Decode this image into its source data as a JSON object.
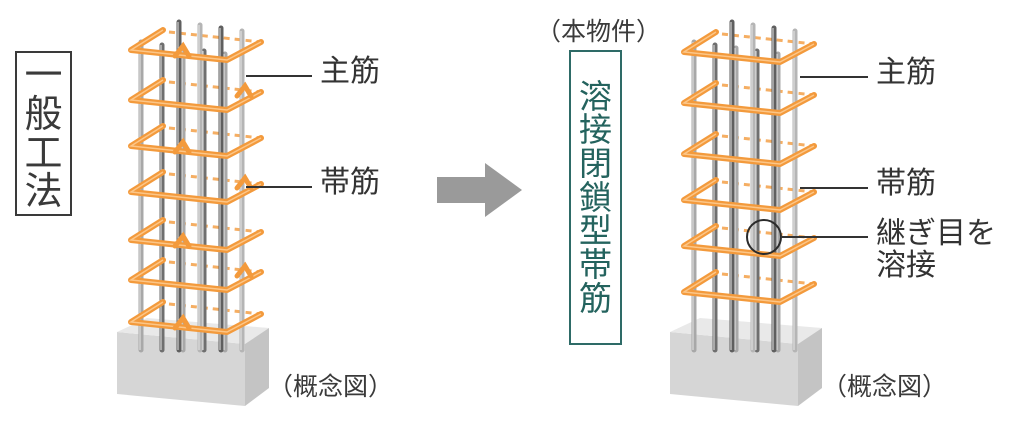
{
  "left_panel": {
    "method_label": [
      "一",
      "般",
      "工",
      "法"
    ],
    "callouts": {
      "main_rebar": "主筋",
      "hoop": "帯筋"
    },
    "caption": "（概念図）"
  },
  "arrow": {
    "direction": "right",
    "color": "#999999"
  },
  "right_panel": {
    "subject_note": "（本物件）",
    "method_label": [
      "溶",
      "接",
      "閉",
      "鎖",
      "型",
      "帯",
      "筋"
    ],
    "callouts": {
      "main_rebar": "主筋",
      "hoop": "帯筋",
      "weld_line1": "継ぎ目を",
      "weld_line2": "溶接"
    },
    "caption": "（概念図）"
  },
  "colors": {
    "hoop_orange": "#f39a3c",
    "rebar_gray": "#8a8a8a",
    "concrete": "#d9d9d9",
    "welded_label_teal": "#2e6b67",
    "text": "#333333"
  }
}
